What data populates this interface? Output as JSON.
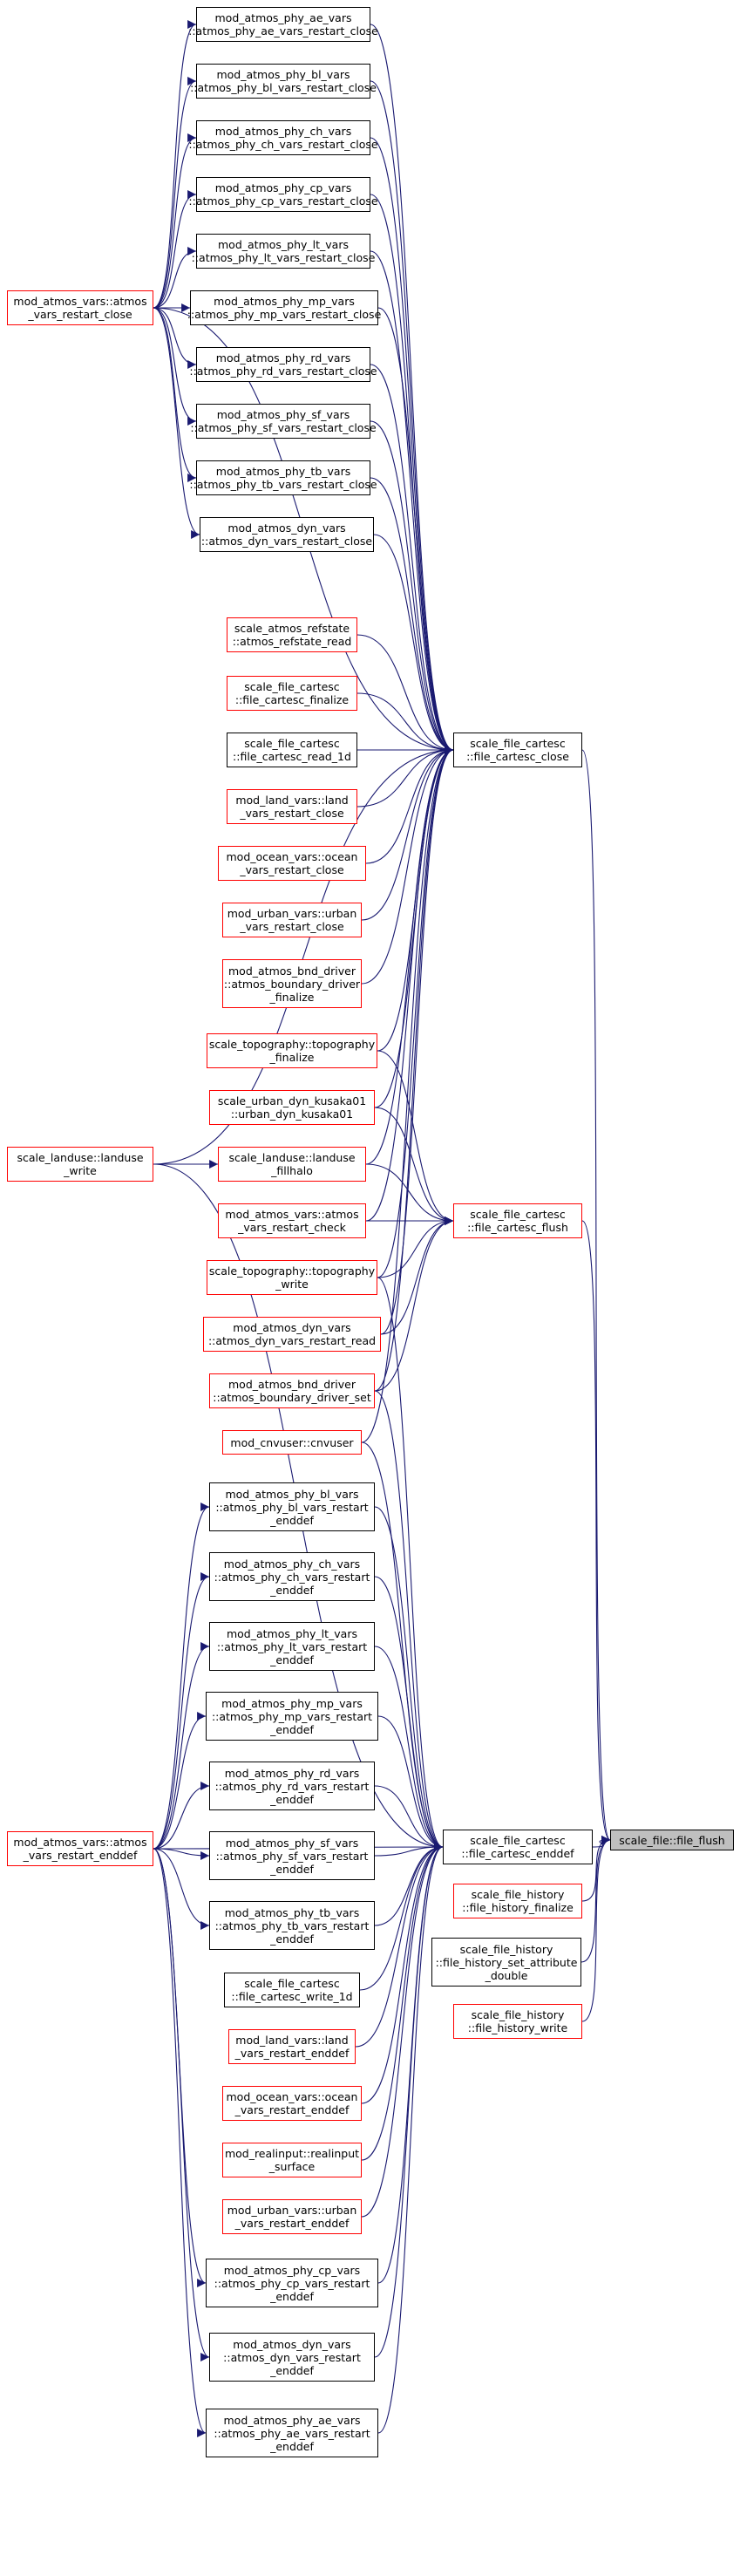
{
  "diagram": {
    "colors": {
      "edge": "#191970",
      "red_border": "#ff0000",
      "black_border": "#000000",
      "root_fill": "#bfbfbf"
    },
    "nodes": [
      {
        "id": "n_ae_close",
        "label": "mod_atmos_phy_ae_vars\n::atmos_phy_ae_vars_restart_close",
        "style": "black"
      },
      {
        "id": "n_bl_close",
        "label": "mod_atmos_phy_bl_vars\n::atmos_phy_bl_vars_restart_close",
        "style": "black"
      },
      {
        "id": "n_ch_close",
        "label": "mod_atmos_phy_ch_vars\n::atmos_phy_ch_vars_restart_close",
        "style": "black"
      },
      {
        "id": "n_cp_close",
        "label": "mod_atmos_phy_cp_vars\n::atmos_phy_cp_vars_restart_close",
        "style": "black"
      },
      {
        "id": "n_lt_close",
        "label": "mod_atmos_phy_lt_vars\n::atmos_phy_lt_vars_restart_close",
        "style": "black"
      },
      {
        "id": "n_atmos_close",
        "label": "mod_atmos_vars::atmos\n_vars_restart_close",
        "style": "red"
      },
      {
        "id": "n_mp_close",
        "label": "mod_atmos_phy_mp_vars\n::atmos_phy_mp_vars_restart_close",
        "style": "black"
      },
      {
        "id": "n_rd_close",
        "label": "mod_atmos_phy_rd_vars\n::atmos_phy_rd_vars_restart_close",
        "style": "black"
      },
      {
        "id": "n_sf_close",
        "label": "mod_atmos_phy_sf_vars\n::atmos_phy_sf_vars_restart_close",
        "style": "black"
      },
      {
        "id": "n_tb_close",
        "label": "mod_atmos_phy_tb_vars\n::atmos_phy_tb_vars_restart_close",
        "style": "black"
      },
      {
        "id": "n_dyn_close",
        "label": "mod_atmos_dyn_vars\n::atmos_dyn_vars_restart_close",
        "style": "black"
      },
      {
        "id": "n_refstate",
        "label": "scale_atmos_refstate\n::atmos_refstate_read",
        "style": "red"
      },
      {
        "id": "n_finalize",
        "label": "scale_file_cartesc\n::file_cartesc_finalize",
        "style": "red"
      },
      {
        "id": "n_read1d",
        "label": "scale_file_cartesc\n::file_cartesc_read_1d",
        "style": "black"
      },
      {
        "id": "n_close",
        "label": "scale_file_cartesc\n::file_cartesc_close",
        "style": "black"
      },
      {
        "id": "n_land_close",
        "label": "mod_land_vars::land\n_vars_restart_close",
        "style": "red"
      },
      {
        "id": "n_ocean_close",
        "label": "mod_ocean_vars::ocean\n_vars_restart_close",
        "style": "red"
      },
      {
        "id": "n_urban_close",
        "label": "mod_urban_vars::urban\n_vars_restart_close",
        "style": "red"
      },
      {
        "id": "n_bnd_finalize",
        "label": "mod_atmos_bnd_driver\n::atmos_boundary_driver\n_finalize",
        "style": "red"
      },
      {
        "id": "n_topo_finalize",
        "label": "scale_topography::topography\n_finalize",
        "style": "red"
      },
      {
        "id": "n_kusaka",
        "label": "scale_urban_dyn_kusaka01\n::urban_dyn_kusaka01",
        "style": "red"
      },
      {
        "id": "n_landuse_write",
        "label": "scale_landuse::landuse\n_write",
        "style": "red"
      },
      {
        "id": "n_fillhalo",
        "label": "scale_landuse::landuse\n_fillhalo",
        "style": "red"
      },
      {
        "id": "n_flush_c",
        "label": "scale_file_cartesc\n::file_cartesc_flush",
        "style": "red"
      },
      {
        "id": "n_restart_check",
        "label": "mod_atmos_vars::atmos\n_vars_restart_check",
        "style": "red"
      },
      {
        "id": "n_topo_write",
        "label": "scale_topography::topography\n_write",
        "style": "red"
      },
      {
        "id": "n_dyn_read",
        "label": "mod_atmos_dyn_vars\n::atmos_dyn_vars_restart_read",
        "style": "red"
      },
      {
        "id": "n_bnd_set",
        "label": "mod_atmos_bnd_driver\n::atmos_boundary_driver_set",
        "style": "red"
      },
      {
        "id": "n_cnvuser",
        "label": "mod_cnvuser::cnvuser",
        "style": "red"
      },
      {
        "id": "n_bl_enddef",
        "label": "mod_atmos_phy_bl_vars\n::atmos_phy_bl_vars_restart\n_enddef",
        "style": "black"
      },
      {
        "id": "n_ch_enddef",
        "label": "mod_atmos_phy_ch_vars\n::atmos_phy_ch_vars_restart\n_enddef",
        "style": "black"
      },
      {
        "id": "n_lt_enddef",
        "label": "mod_atmos_phy_lt_vars\n::atmos_phy_lt_vars_restart\n_enddef",
        "style": "black"
      },
      {
        "id": "n_mp_enddef",
        "label": "mod_atmos_phy_mp_vars\n::atmos_phy_mp_vars_restart\n_enddef",
        "style": "black"
      },
      {
        "id": "n_rd_enddef",
        "label": "mod_atmos_phy_rd_vars\n::atmos_phy_rd_vars_restart\n_enddef",
        "style": "black"
      },
      {
        "id": "n_enddef_c",
        "label": "scale_file_cartesc\n::file_cartesc_enddef",
        "style": "black"
      },
      {
        "id": "n_file_flush",
        "label": "scale_file::file_flush",
        "style": "gray"
      },
      {
        "id": "n_atmos_enddef",
        "label": "mod_atmos_vars::atmos\n_vars_restart_enddef",
        "style": "red"
      },
      {
        "id": "n_sf_enddef",
        "label": "mod_atmos_phy_sf_vars\n::atmos_phy_sf_vars_restart\n_enddef",
        "style": "black"
      },
      {
        "id": "n_hist_finalize",
        "label": "scale_file_history\n::file_history_finalize",
        "style": "red"
      },
      {
        "id": "n_tb_enddef",
        "label": "mod_atmos_phy_tb_vars\n::atmos_phy_tb_vars_restart\n_enddef",
        "style": "black"
      },
      {
        "id": "n_hist_attr",
        "label": "scale_file_history\n::file_history_set_attribute\n_double",
        "style": "black"
      },
      {
        "id": "n_write1d",
        "label": "scale_file_cartesc\n::file_cartesc_write_1d",
        "style": "black"
      },
      {
        "id": "n_hist_write",
        "label": "scale_file_history\n::file_history_write",
        "style": "red"
      },
      {
        "id": "n_land_enddef",
        "label": "mod_land_vars::land\n_vars_restart_enddef",
        "style": "red"
      },
      {
        "id": "n_ocean_enddef",
        "label": "mod_ocean_vars::ocean\n_vars_restart_enddef",
        "style": "red"
      },
      {
        "id": "n_realinput",
        "label": "mod_realinput::realinput\n_surface",
        "style": "red"
      },
      {
        "id": "n_urban_enddef",
        "label": "mod_urban_vars::urban\n_vars_restart_enddef",
        "style": "red"
      },
      {
        "id": "n_cp_enddef",
        "label": "mod_atmos_phy_cp_vars\n::atmos_phy_cp_vars_restart\n_enddef",
        "style": "black"
      },
      {
        "id": "n_dyn_enddef",
        "label": "mod_atmos_dyn_vars\n::atmos_dyn_vars_restart\n_enddef",
        "style": "black"
      },
      {
        "id": "n_ae_enddef",
        "label": "mod_atmos_phy_ae_vars\n::atmos_phy_ae_vars_restart\n_enddef",
        "style": "black"
      }
    ],
    "edges": [
      [
        "n_atmos_close",
        "n_ae_close"
      ],
      [
        "n_atmos_close",
        "n_bl_close"
      ],
      [
        "n_atmos_close",
        "n_ch_close"
      ],
      [
        "n_atmos_close",
        "n_cp_close"
      ],
      [
        "n_atmos_close",
        "n_lt_close"
      ],
      [
        "n_atmos_close",
        "n_mp_close"
      ],
      [
        "n_atmos_close",
        "n_rd_close"
      ],
      [
        "n_atmos_close",
        "n_sf_close"
      ],
      [
        "n_atmos_close",
        "n_tb_close"
      ],
      [
        "n_atmos_close",
        "n_dyn_close"
      ],
      [
        "n_atmos_close",
        "n_close"
      ],
      [
        "n_ae_close",
        "n_close"
      ],
      [
        "n_bl_close",
        "n_close"
      ],
      [
        "n_ch_close",
        "n_close"
      ],
      [
        "n_cp_close",
        "n_close"
      ],
      [
        "n_lt_close",
        "n_close"
      ],
      [
        "n_mp_close",
        "n_close"
      ],
      [
        "n_rd_close",
        "n_close"
      ],
      [
        "n_sf_close",
        "n_close"
      ],
      [
        "n_tb_close",
        "n_close"
      ],
      [
        "n_dyn_close",
        "n_close"
      ],
      [
        "n_refstate",
        "n_close"
      ],
      [
        "n_finalize",
        "n_close"
      ],
      [
        "n_read1d",
        "n_close"
      ],
      [
        "n_land_close",
        "n_close"
      ],
      [
        "n_ocean_close",
        "n_close"
      ],
      [
        "n_urban_close",
        "n_close"
      ],
      [
        "n_bnd_finalize",
        "n_close"
      ],
      [
        "n_topo_finalize",
        "n_close"
      ],
      [
        "n_kusaka",
        "n_close"
      ],
      [
        "n_landuse_write",
        "n_close"
      ],
      [
        "n_fillhalo",
        "n_close"
      ],
      [
        "n_restart_check",
        "n_close"
      ],
      [
        "n_topo_write",
        "n_close"
      ],
      [
        "n_dyn_read",
        "n_close"
      ],
      [
        "n_bnd_set",
        "n_close"
      ],
      [
        "n_cnvuser",
        "n_close"
      ],
      [
        "n_topo_finalize",
        "n_flush_c"
      ],
      [
        "n_kusaka",
        "n_flush_c"
      ],
      [
        "n_fillhalo",
        "n_flush_c"
      ],
      [
        "n_restart_check",
        "n_flush_c"
      ],
      [
        "n_topo_write",
        "n_flush_c"
      ],
      [
        "n_dyn_read",
        "n_flush_c"
      ],
      [
        "n_bnd_set",
        "n_flush_c"
      ],
      [
        "n_landuse_write",
        "n_fillhalo"
      ],
      [
        "n_landuse_write",
        "n_enddef_c"
      ],
      [
        "n_topo_write",
        "n_enddef_c"
      ],
      [
        "n_cnvuser",
        "n_enddef_c"
      ],
      [
        "n_bnd_set",
        "n_enddef_c"
      ],
      [
        "n_atmos_enddef",
        "n_bl_enddef"
      ],
      [
        "n_atmos_enddef",
        "n_ch_enddef"
      ],
      [
        "n_atmos_enddef",
        "n_lt_enddef"
      ],
      [
        "n_atmos_enddef",
        "n_mp_enddef"
      ],
      [
        "n_atmos_enddef",
        "n_rd_enddef"
      ],
      [
        "n_atmos_enddef",
        "n_sf_enddef"
      ],
      [
        "n_atmos_enddef",
        "n_tb_enddef"
      ],
      [
        "n_atmos_enddef",
        "n_cp_enddef"
      ],
      [
        "n_atmos_enddef",
        "n_dyn_enddef"
      ],
      [
        "n_atmos_enddef",
        "n_ae_enddef"
      ],
      [
        "n_atmos_enddef",
        "n_enddef_c"
      ],
      [
        "n_bl_enddef",
        "n_enddef_c"
      ],
      [
        "n_ch_enddef",
        "n_enddef_c"
      ],
      [
        "n_lt_enddef",
        "n_enddef_c"
      ],
      [
        "n_mp_enddef",
        "n_enddef_c"
      ],
      [
        "n_rd_enddef",
        "n_enddef_c"
      ],
      [
        "n_sf_enddef",
        "n_enddef_c"
      ],
      [
        "n_tb_enddef",
        "n_enddef_c"
      ],
      [
        "n_write1d",
        "n_enddef_c"
      ],
      [
        "n_land_enddef",
        "n_enddef_c"
      ],
      [
        "n_ocean_enddef",
        "n_enddef_c"
      ],
      [
        "n_realinput",
        "n_enddef_c"
      ],
      [
        "n_urban_enddef",
        "n_enddef_c"
      ],
      [
        "n_cp_enddef",
        "n_enddef_c"
      ],
      [
        "n_dyn_enddef",
        "n_enddef_c"
      ],
      [
        "n_ae_enddef",
        "n_enddef_c"
      ],
      [
        "n_close",
        "n_file_flush"
      ],
      [
        "n_flush_c",
        "n_file_flush"
      ],
      [
        "n_enddef_c",
        "n_file_flush"
      ],
      [
        "n_hist_finalize",
        "n_file_flush"
      ],
      [
        "n_hist_attr",
        "n_file_flush"
      ],
      [
        "n_hist_write",
        "n_file_flush"
      ]
    ]
  }
}
